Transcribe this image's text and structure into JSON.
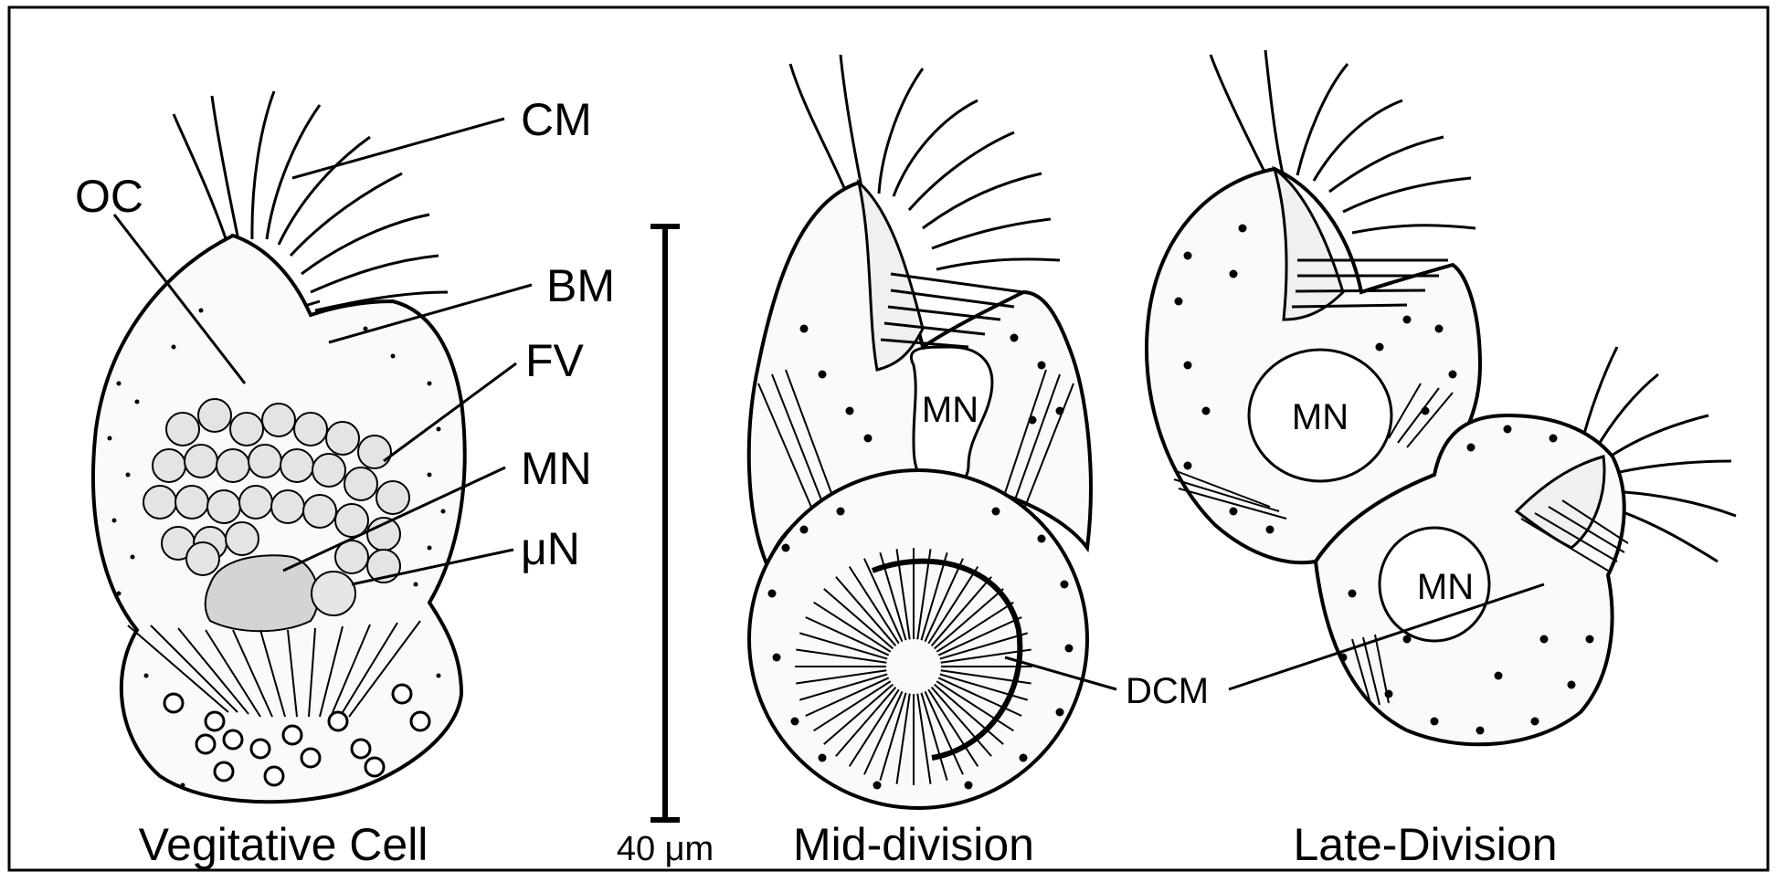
{
  "figure": {
    "frame_color": "#000000",
    "background": "#ffffff",
    "panels": [
      {
        "caption": "Vegitative Cell",
        "labels": {
          "cm": "CM",
          "oc": "OC",
          "bm": "BM",
          "fv": "FV",
          "mn": "MN",
          "micron": "μN"
        }
      },
      {
        "caption": "Mid-division",
        "labels": {
          "mn": "MN"
        }
      },
      {
        "caption": "Late-Division",
        "labels": {
          "mn_top": "MN",
          "mn_bottom": "MN"
        }
      }
    ],
    "shared_labels": {
      "dcm": "DCM"
    },
    "scale_bar": {
      "label": "40 μm",
      "length_um": 40
    }
  }
}
